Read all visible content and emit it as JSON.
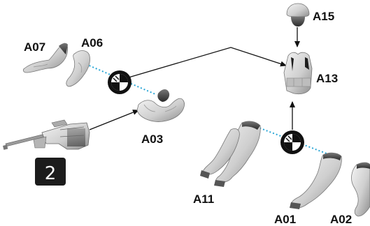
{
  "diagram": {
    "step_number": "2",
    "labels": {
      "a07": "A07",
      "a06": "A06",
      "a03": "A03",
      "a15": "A15",
      "a13": "A13",
      "a11": "A11",
      "a01": "A01",
      "a02": "A02"
    },
    "colors": {
      "arrow": "#111111",
      "join_line": "#2aa6d6",
      "part_fill": "#e2e2e2",
      "part_shadow": "#9a9a9a",
      "step_box": "#1c1c1c"
    }
  }
}
